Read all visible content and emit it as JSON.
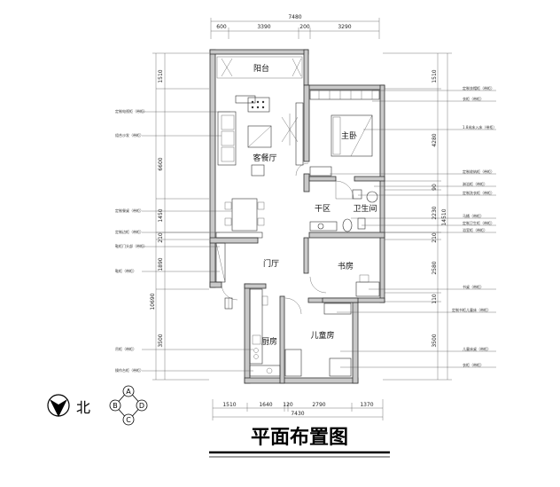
{
  "dimensions": {
    "top_total": "7480",
    "top_segments": [
      "600",
      "3390",
      "200",
      "3290"
    ],
    "bottom_total": "7430",
    "bottom_segments": [
      "1510",
      "1640",
      "120",
      "2790",
      "1370"
    ],
    "left_total": "10690",
    "left_segments": [
      "1510",
      "6600",
      "1450",
      "210",
      "1890",
      "3500"
    ],
    "right_total": "14510",
    "right_segments": [
      "1510",
      "4280",
      "90",
      "2230",
      "210",
      "2580",
      "110",
      "3500"
    ]
  },
  "rooms": {
    "balcony": "阳台",
    "living_dining": "客餐厅",
    "master_bedroom": "主卧",
    "hallway": "干区",
    "bathroom": "卫生间",
    "foyer": "门厅",
    "study": "书房",
    "kids_room": "儿童房",
    "kitchen": "厨房"
  },
  "annotations_left": [
    "定制电视柜（带柜）",
    "组合沙发（带柜）",
    "定制餐桌（带柜）",
    "定制边柜（带柜）",
    "鞋柜门头部（带柜）",
    "鞋柜（带柜）",
    "吊柜（带柜）",
    "操作台柜（带柜）"
  ],
  "annotations_right": [
    "定制衣帽柜（带柜）",
    "衣柜（带柜）",
    "1.8米床入床（带柜）",
    "定制收纳柜（带柜）",
    "淋浴柜（带柜）",
    "定制洗衣柜（带柜）",
    "马桶（带柜）",
    "定制卫生柜（带柜）",
    "浴室柜（带柜）",
    "书桌（带柜）",
    "定制书柜儿童床（带柜）",
    "儿童床桌（带柜）",
    "衣柜（带柜）"
  ],
  "compass": {
    "north_label": "北",
    "letters": [
      "A",
      "B",
      "C",
      "D"
    ]
  },
  "title": "平面布置图"
}
